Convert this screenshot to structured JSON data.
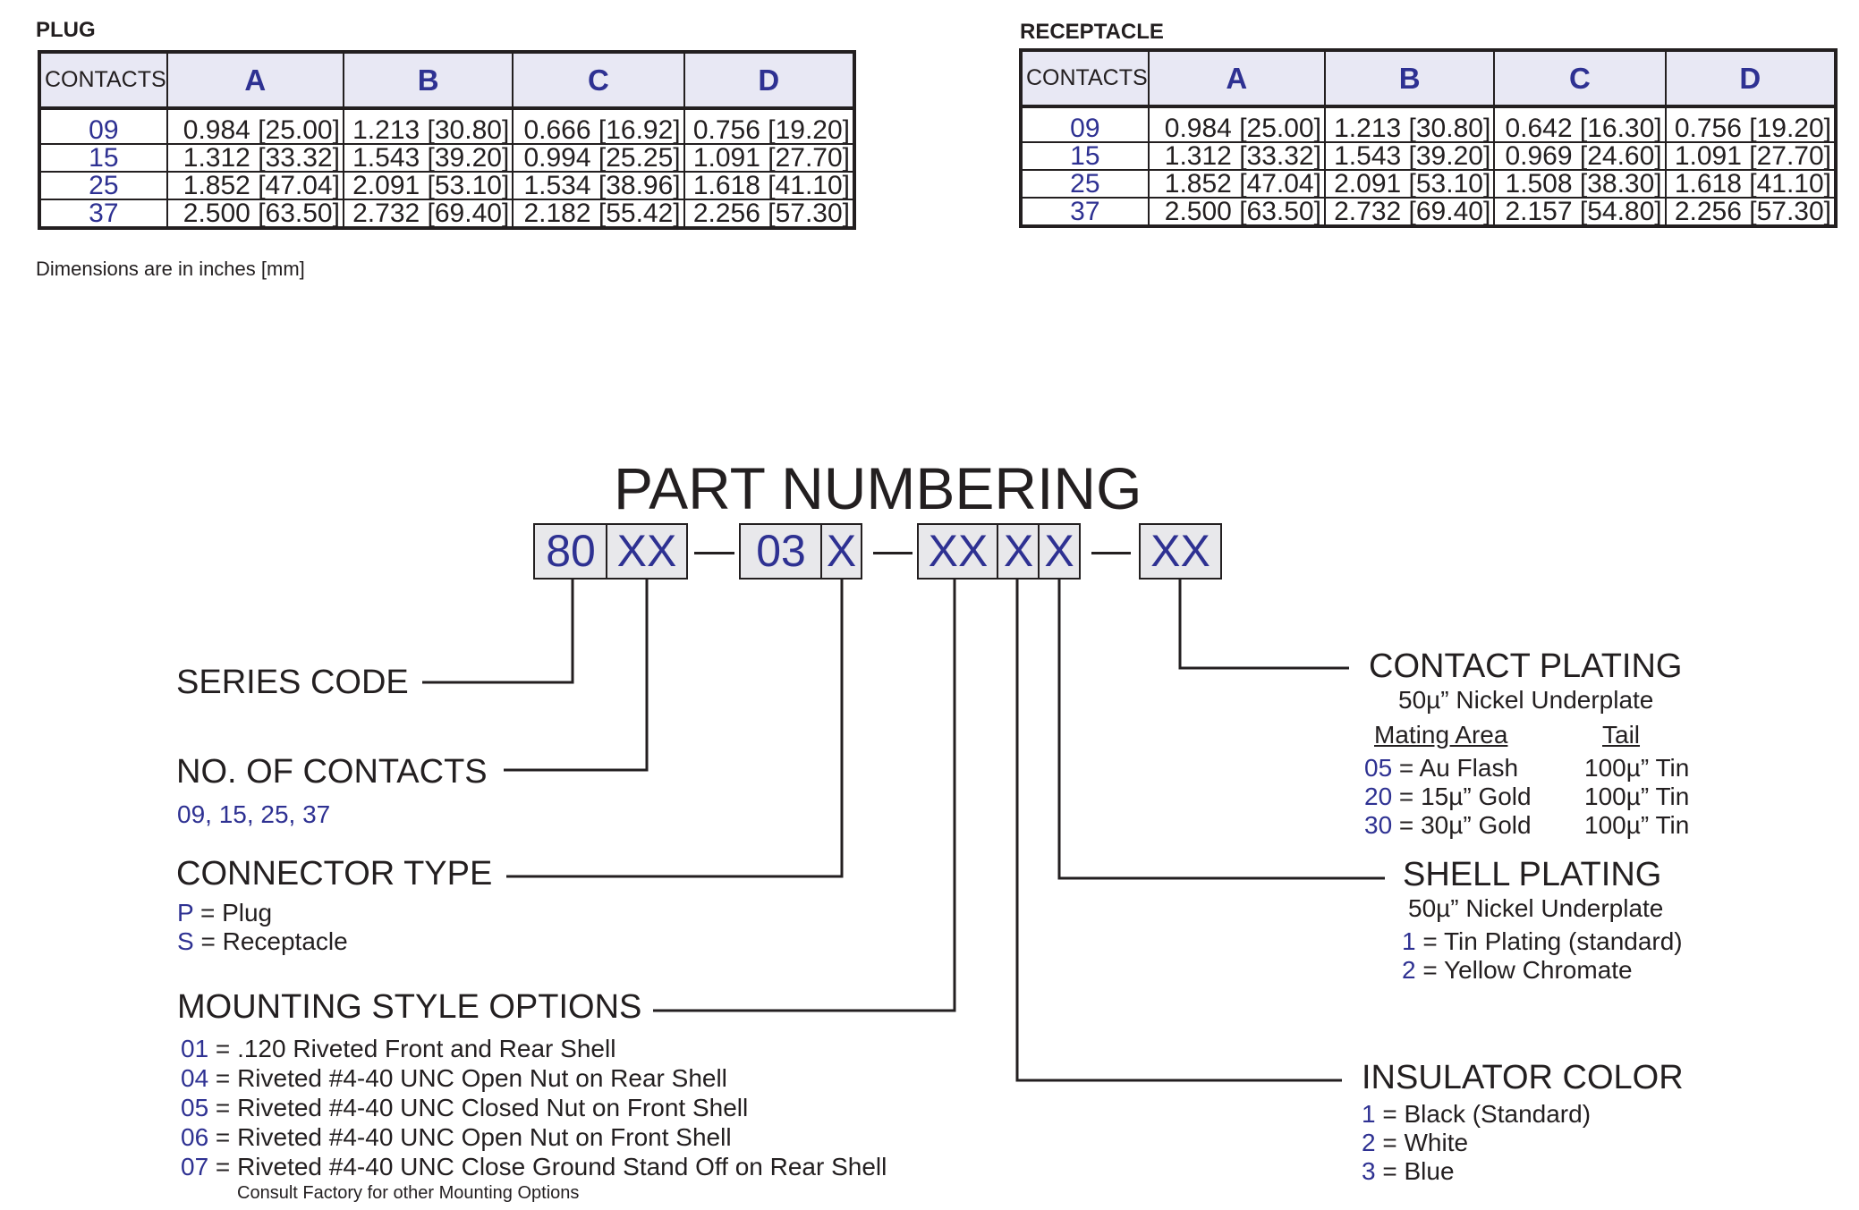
{
  "plug": {
    "title": "PLUG",
    "headers": [
      "CONTACTS",
      "A",
      "B",
      "C",
      "D"
    ],
    "rows": [
      [
        "09",
        "0.984 [25.00]",
        "1.213 [30.80]",
        "0.666 [16.92]",
        "0.756 [19.20]"
      ],
      [
        "15",
        "1.312 [33.32]",
        "1.543 [39.20]",
        "0.994 [25.25]",
        "1.091 [27.70]"
      ],
      [
        "25",
        "1.852 [47.04]",
        "2.091 [53.10]",
        "1.534 [38.96]",
        "1.618 [41.10]"
      ],
      [
        "37",
        "2.500 [63.50]",
        "2.732 [69.40]",
        "2.182 [55.42]",
        "2.256 [57.30]"
      ]
    ]
  },
  "receptacle": {
    "title": "RECEPTACLE",
    "headers": [
      "CONTACTS",
      "A",
      "B",
      "C",
      "D"
    ],
    "rows": [
      [
        "09",
        "0.984 [25.00]",
        "1.213 [30.80]",
        "0.642 [16.30]",
        "0.756 [19.20]"
      ],
      [
        "15",
        "1.312 [33.32]",
        "1.543 [39.20]",
        "0.969 [24.60]",
        "1.091 [27.70]"
      ],
      [
        "25",
        "1.852 [47.04]",
        "2.091 [53.10]",
        "1.508 [38.30]",
        "1.618 [41.10]"
      ],
      [
        "37",
        "2.500 [63.50]",
        "2.732 [69.40]",
        "2.157 [54.80]",
        "2.256 [57.30]"
      ]
    ]
  },
  "dimensions_note": "Dimensions are in inches  [mm]",
  "part_numbering": {
    "title": "PART NUMBERING",
    "boxes": [
      "80",
      "XX",
      "03",
      "X",
      "XX",
      "X",
      "X",
      "XX"
    ]
  },
  "series_code": {
    "label": "SERIES CODE"
  },
  "contacts": {
    "label": "NO. OF CONTACTS",
    "values": "09, 15, 25, 37"
  },
  "connector_type": {
    "label": "CONNECTOR TYPE",
    "options": [
      {
        "code": "P",
        "text": " = Plug"
      },
      {
        "code": "S",
        "text": " = Receptacle"
      }
    ]
  },
  "mounting": {
    "label": "MOUNTING STYLE OPTIONS",
    "options": [
      {
        "code": "01",
        "text": " = .120 Riveted Front and Rear Shell"
      },
      {
        "code": "04",
        "text": " = Riveted #4-40 UNC Open Nut on Rear Shell"
      },
      {
        "code": "05",
        "text": " = Riveted #4-40 UNC Closed Nut on Front Shell"
      },
      {
        "code": "06",
        "text": " = Riveted #4-40 UNC Open Nut on Front Shell"
      },
      {
        "code": "07",
        "text": " = Riveted #4-40 UNC Close Ground Stand Off on Rear Shell"
      }
    ],
    "note": "Consult Factory for other Mounting Options"
  },
  "contact_plating": {
    "label": "CONTACT PLATING",
    "underplate": "50µ” Nickel Underplate",
    "col_mating": "Mating Area",
    "col_tail": "Tail",
    "options": [
      {
        "code": "05",
        "text": " = Au Flash",
        "tail": "100µ” Tin"
      },
      {
        "code": "20",
        "text": " = 15µ” Gold",
        "tail": "100µ” Tin"
      },
      {
        "code": "30",
        "text": " = 30µ” Gold",
        "tail": "100µ” Tin"
      }
    ]
  },
  "shell_plating": {
    "label": "SHELL PLATING",
    "underplate": "50µ” Nickel Underplate",
    "options": [
      {
        "code": "1",
        "text": " = Tin Plating (standard)"
      },
      {
        "code": "2",
        "text": " = Yellow Chromate"
      }
    ]
  },
  "insulator_color": {
    "label": "INSULATOR COLOR",
    "options": [
      {
        "code": "1",
        "text": " = Black (Standard)"
      },
      {
        "code": "2",
        "text": " = White"
      },
      {
        "code": "3",
        "text": " = Blue"
      }
    ]
  },
  "colors": {
    "accent": "#2e3192",
    "text": "#231f20",
    "header_fill": "#e8e8f4"
  }
}
